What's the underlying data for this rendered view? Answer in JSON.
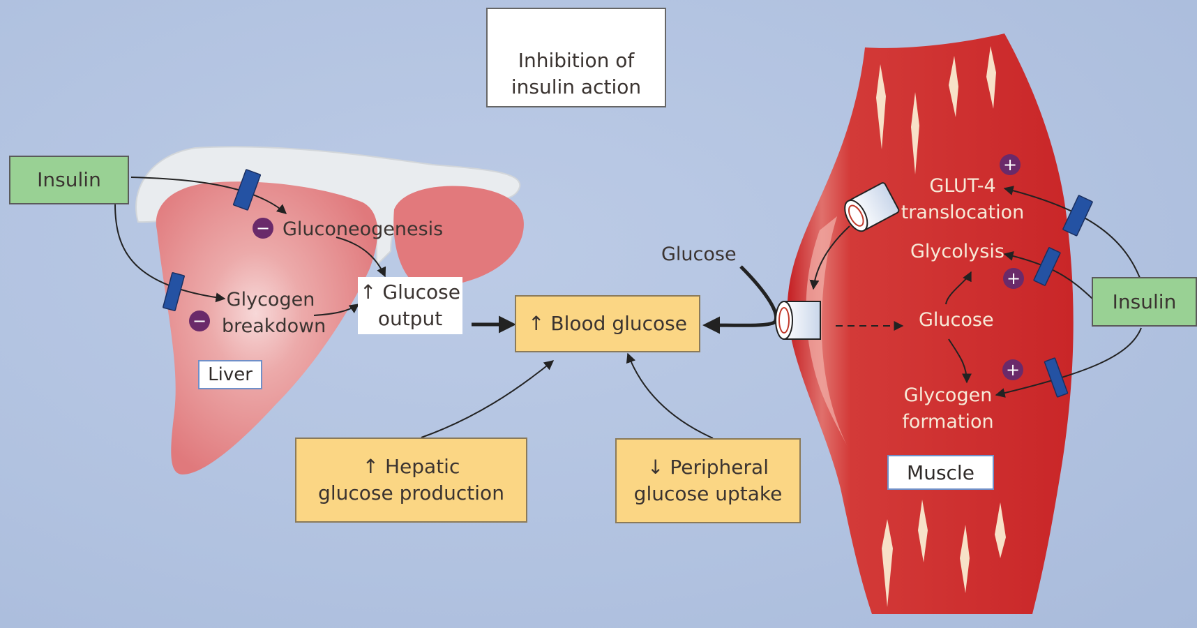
{
  "legend": {
    "line1": "Inhibition of",
    "line2": "insulin action"
  },
  "liver": {
    "insulin_label": "Insulin",
    "gluconeogenesis": "Gluconeogenesis",
    "glycogen_line1": "Glycogen",
    "glycogen_line2": "breakdown",
    "glucose_output_line1": "↑ Glucose",
    "glucose_output_line2": "output",
    "tag": "Liver"
  },
  "center": {
    "blood_glucose": "↑ Blood glucose",
    "glucose_label": "Glucose",
    "hepatic_line1": "↑ Hepatic",
    "hepatic_line2": "glucose production",
    "peripheral_line1": "↓ Peripheral",
    "peripheral_line2": "glucose uptake"
  },
  "muscle": {
    "glut4_line1": "GLUT-4",
    "glut4_line2": "translocation",
    "glycolysis": "Glycolysis",
    "glucose": "Glucose",
    "glycogen_line1": "Glycogen",
    "glycogen_line2": "formation",
    "insulin_label": "Insulin",
    "tag": "Muscle"
  },
  "signs": {
    "minus": "−",
    "plus": "+"
  },
  "colors": {
    "background": "#b3c4e2",
    "liver": "#e2797c",
    "muscle": "#cf2a2c",
    "insulin_box": "#99d194",
    "yellow_box": "#fbd684",
    "inhibitor": "#2452a3",
    "sign_circle": "#6a2a6a"
  }
}
